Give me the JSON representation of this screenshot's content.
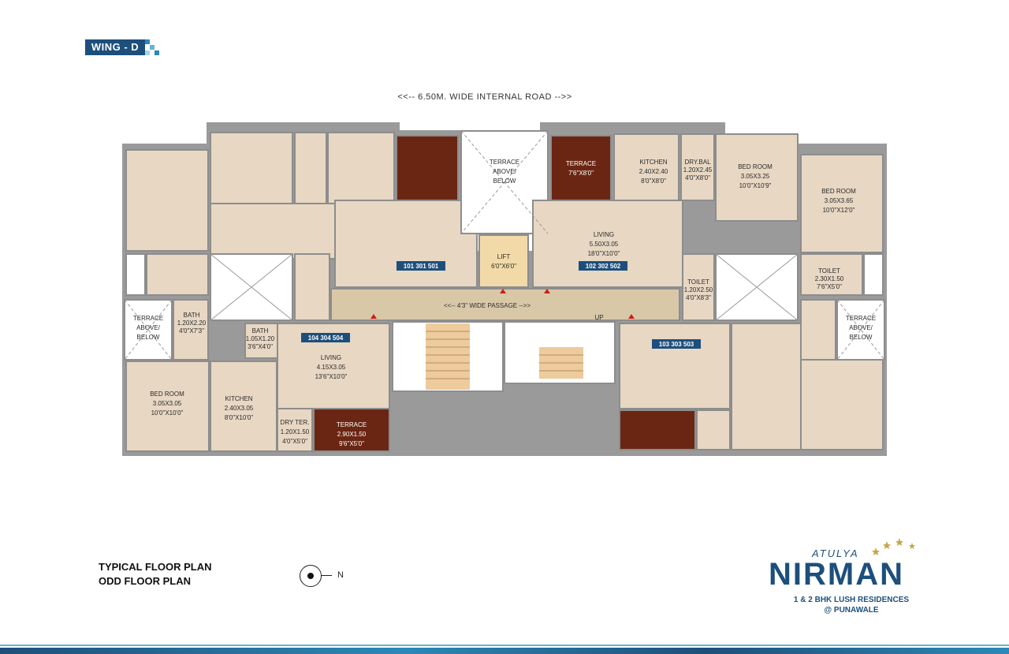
{
  "wing_label": "WING - D",
  "road_label": "<<-- 6.50M. WIDE INTERNAL ROAD -->>",
  "plan_titles": [
    "TYPICAL FLOOR PLAN",
    "ODD FLOOR PLAN"
  ],
  "compass_label": "N",
  "brand": {
    "prefix": "ATULYA",
    "name": "NIRMAN",
    "tagline": "1 & 2 BHK LUSH RESIDENCES",
    "location": "@ PUNAWALE"
  },
  "rooms": {
    "terrace_above_top": [
      "TERRACE",
      "ABOVE/",
      "BELOW"
    ],
    "terrace_right_top": [
      "TERRACE",
      "7'6\"X8'0\""
    ],
    "kitchen_right": [
      "KITCHEN",
      "2.40X2.40",
      "8'0\"X8'0\""
    ],
    "drybal_right": [
      "DRY.BAL",
      "1.20X2.45",
      "4'0\"X8'0\""
    ],
    "bedroom_right1": [
      "BED ROOM",
      "3.05X3.25",
      "10'0\"X10'9\""
    ],
    "bedroom_right2": [
      "BED ROOM",
      "3.05X3.65",
      "10'0\"X12'0\""
    ],
    "living_right": [
      "LIVING",
      "5.50X3.05",
      "18'0\"X10'0\""
    ],
    "lift": [
      "LIFT",
      "6'0\"X6'0\""
    ],
    "toilet_right1": [
      "TOILET",
      "1.20X2.50",
      "4'0\"X8'3\""
    ],
    "toilet_right2": [
      "TOILET",
      "2.30X1.50",
      "7'6\"X5'0\""
    ],
    "passage": "<<-- 4'3\" WIDE PASSAGE -->>",
    "up": "UP",
    "terrace_left_mid": [
      "TERRACE",
      "ABOVE/",
      "BELOW"
    ],
    "terrace_right_mid": [
      "TERRACE",
      "ABOVE/",
      "BELOW"
    ],
    "bath_left1": [
      "BATH",
      "1.20X2.20",
      "4'0\"X7'3\""
    ],
    "bath_left2": [
      "BATH",
      "1.05X1.20",
      "3'6\"X4'0\""
    ],
    "living_left": [
      "LIVING",
      "4.15X3.05",
      "13'6\"X10'0\""
    ],
    "bedroom_left": [
      "BED ROOM",
      "3.05X3.05",
      "10'0\"X10'0\""
    ],
    "kitchen_left": [
      "KITCHEN",
      "2.40X3.05",
      "8'0\"X10'0\""
    ],
    "dryter_left": [
      "DRY TER.",
      "1.20X1.50",
      "4'0\"X5'0\""
    ],
    "terrace_left_bottom": [
      "TERRACE",
      "2.90X1.50",
      "9'6\"X5'0\""
    ]
  },
  "flat_numbers": [
    "101 301 501",
    "102 302 502",
    "104 304 504",
    "103 303 503"
  ],
  "colors": {
    "brand_blue": "#1d4f7c",
    "terrace": "#6b2613",
    "floor": "#e7d7c3",
    "arrow": "#cc1e1e"
  }
}
